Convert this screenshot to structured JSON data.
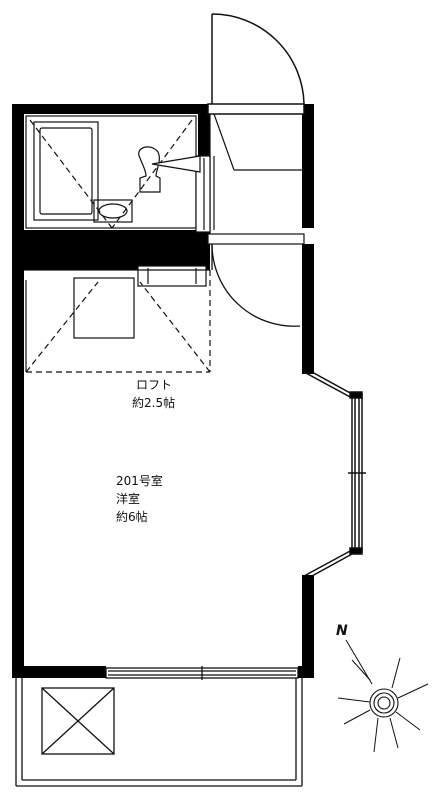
{
  "loft": {
    "name": "ロフト",
    "area": "約2.5帖"
  },
  "main_room": {
    "number": "201号室",
    "type": "洋室",
    "area": "約6帖"
  },
  "compass": {
    "label": "N"
  },
  "colors": {
    "wall": "#000000",
    "line": "#222222",
    "background": "#ffffff"
  }
}
